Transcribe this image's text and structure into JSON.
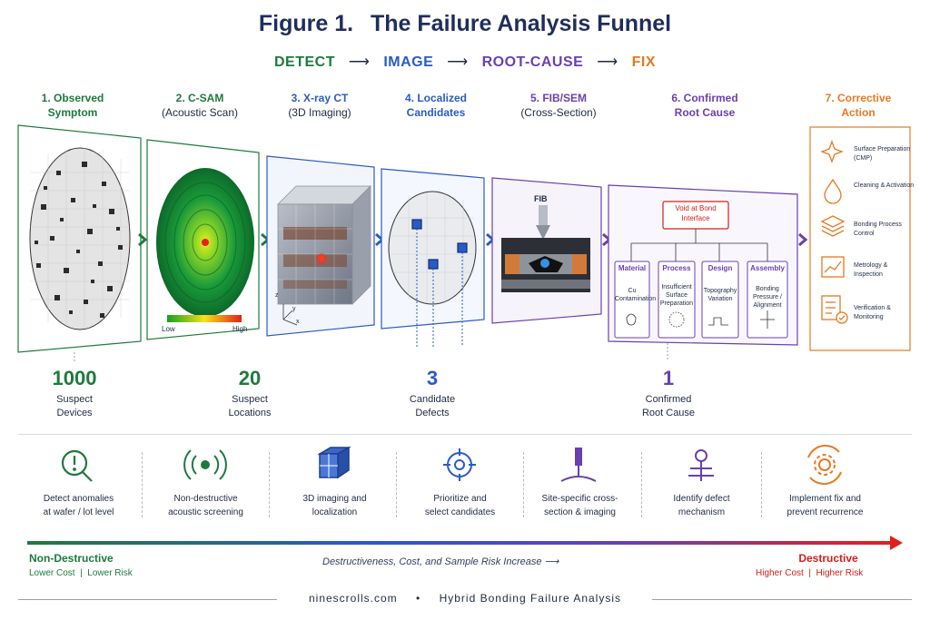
{
  "header": {
    "figure_label": "Figure 1.",
    "title": "The Failure Analysis Funnel"
  },
  "phases": [
    {
      "label": "DETECT",
      "color": "#1e7a3c"
    },
    {
      "label": "IMAGE",
      "color": "#2a5bc4"
    },
    {
      "label": "ROOT-CAUSE",
      "color": "#6b3fb0"
    },
    {
      "label": "FIX",
      "color": "#e57a22"
    }
  ],
  "steps": [
    {
      "num": "1. Observed",
      "sub": "Symptom",
      "color": "#1e7a3c"
    },
    {
      "num": "2. C-SAM",
      "sub": "(Acoustic Scan)",
      "color": "#1e7a3c"
    },
    {
      "num": "3. X-ray CT",
      "sub": "(3D Imaging)",
      "color": "#2a5bc4"
    },
    {
      "num": "4. Localized",
      "sub": "Candidates",
      "color": "#2a5bc4"
    },
    {
      "num": "5. FIB/SEM",
      "sub": "(Cross-Section)",
      "color": "#6b3fb0"
    },
    {
      "num": "6. Confirmed",
      "sub": "Root Cause",
      "color": "#6b3fb0"
    },
    {
      "num": "7. Corrective",
      "sub": "Action",
      "color": "#e57a22"
    }
  ],
  "csam": {
    "low": "Low",
    "high": "High"
  },
  "ct_axes": {
    "z": "z",
    "y": "y",
    "x": "x"
  },
  "fib_label": "FIB",
  "root_cause": {
    "root": "Void at Bond Interface",
    "branches": [
      {
        "title": "Material",
        "detail": "Cu Contamination"
      },
      {
        "title": "Process",
        "detail": "Insufficient Surface Preparation"
      },
      {
        "title": "Design",
        "detail": "Topography Variation"
      },
      {
        "title": "Assembly",
        "detail": "Bonding Pressure / Alignment"
      }
    ]
  },
  "corrective_actions": [
    {
      "label": "Surface Preparation (CMP)",
      "icon": "sparkle-icon"
    },
    {
      "label": "Cleaning & Activation",
      "icon": "droplet-icon"
    },
    {
      "label": "Bonding Process Control",
      "icon": "layers-icon"
    },
    {
      "label": "Metrology & Inspection",
      "icon": "chart-icon"
    },
    {
      "label": "Verification & Monitoring",
      "icon": "checklist-icon"
    }
  ],
  "counts": [
    {
      "value": "1000",
      "caption1": "Suspect",
      "caption2": "Devices",
      "color": "#1e7a3c"
    },
    {
      "value": "20",
      "caption1": "Suspect",
      "caption2": "Locations",
      "color": "#1e7a3c"
    },
    {
      "value": "3",
      "caption1": "Candidate",
      "caption2": "Defects",
      "color": "#2a5bc4"
    },
    {
      "value": "1",
      "caption1": "Confirmed",
      "caption2": "Root Cause",
      "color": "#6b3fb0"
    }
  ],
  "bottom": [
    {
      "line1": "Detect anomalies",
      "line2": "at wafer / lot level",
      "icon": "magnifier-alert-icon"
    },
    {
      "line1": "Non-destructive",
      "line2": "acoustic screening",
      "icon": "signal-icon"
    },
    {
      "line1": "3D imaging and",
      "line2": "localization",
      "icon": "cube-icon"
    },
    {
      "line1": "Prioritize and",
      "line2": "select candidates",
      "icon": "crosshair-icon"
    },
    {
      "line1": "Site-specific cross-",
      "line2": "section & imaging",
      "icon": "beam-icon"
    },
    {
      "line1": "Identify defect",
      "line2": "mechanism",
      "icon": "fishbone-icon"
    },
    {
      "line1": "Implement fix and",
      "line2": "prevent recurrence",
      "icon": "gear-cycle-icon"
    }
  ],
  "scale": {
    "left_title": "Non-Destructive",
    "left_sub": "Lower Cost  |  Lower Risk",
    "center": "Destructiveness, Cost, and Sample Risk Increase",
    "right_title": "Destructive",
    "right_sub": "Higher Cost  |  Higher Risk"
  },
  "footer": {
    "site": "ninescrolls.com",
    "dot": "•",
    "topic": "Hybrid Bonding Failure Analysis"
  }
}
